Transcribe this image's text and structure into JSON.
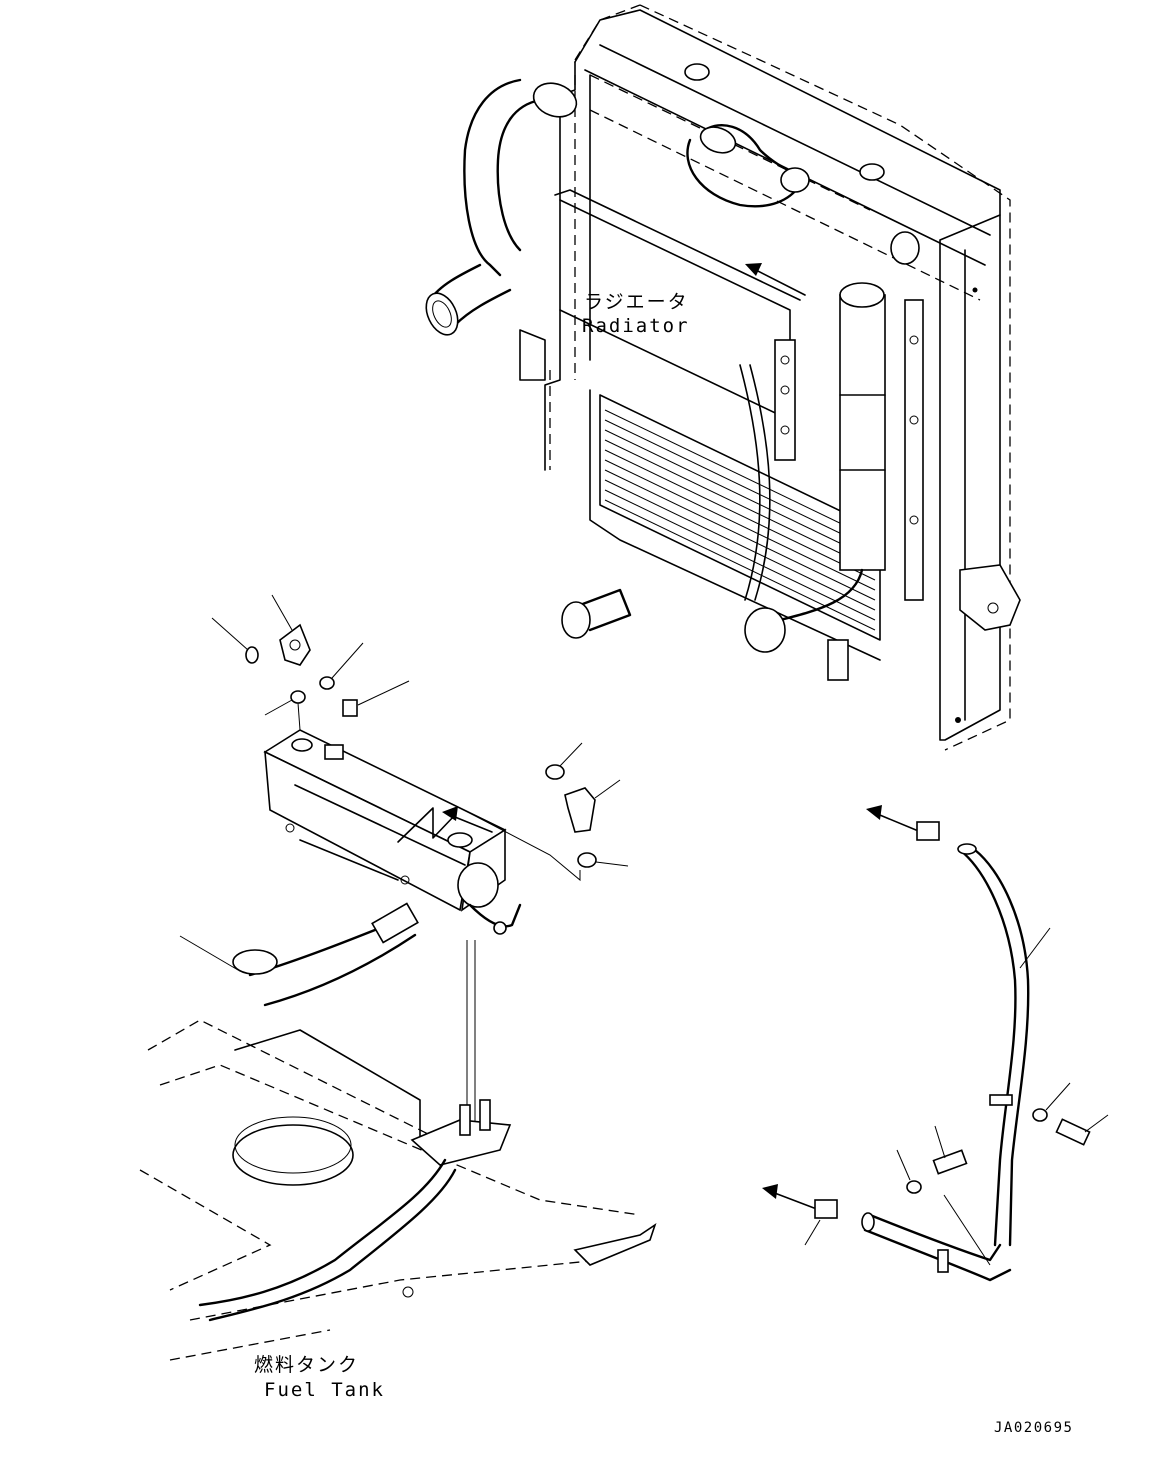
{
  "labels": {
    "radiator_jp": "ラジエータ",
    "radiator_en": "Radiator",
    "fuel_tank_jp": "燃料タンク",
    "fuel_tank_en": "Fuel Tank",
    "drawing_code": "JA020695"
  },
  "colors": {
    "line": "#000000",
    "background": "#ffffff"
  }
}
